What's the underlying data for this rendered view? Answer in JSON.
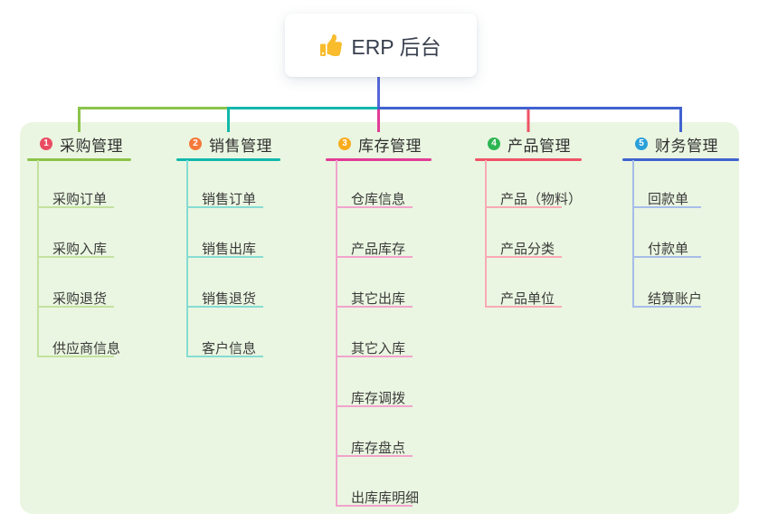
{
  "root": {
    "title": "ERP 后台",
    "icon": "thumbs-up"
  },
  "branches": [
    {
      "number": "1",
      "label": "采购管理",
      "badge_color": "#ea4c62",
      "line_color": "#8bc34a",
      "light_color": "#c3e29e",
      "children": [
        "采购订单",
        "采购入库",
        "采购退货",
        "供应商信息"
      ]
    },
    {
      "number": "2",
      "label": "销售管理",
      "badge_color": "#f5793b",
      "line_color": "#12b8ab",
      "light_color": "#86dcd3",
      "children": [
        "销售订单",
        "销售出库",
        "销售退货",
        "客户信息"
      ]
    },
    {
      "number": "3",
      "label": "库存管理",
      "badge_color": "#f9ac1d",
      "line_color": "#e23c96",
      "light_color": "#f2a3cd",
      "children": [
        "仓库信息",
        "产品库存",
        "其它出库",
        "其它入库",
        "库存调拨",
        "库存盘点",
        "出库库明细"
      ]
    },
    {
      "number": "4",
      "label": "产品管理",
      "badge_color": "#2eb553",
      "line_color": "#ef5366",
      "light_color": "#f9aab4",
      "children": [
        "产品（物料）",
        "产品分类",
        "产品单位"
      ]
    },
    {
      "number": "5",
      "label": "财务管理",
      "badge_color": "#2ba0da",
      "line_color": "#4063d0",
      "light_color": "#a7bce9",
      "children": [
        "回款单",
        "付款单",
        "结算账户"
      ]
    }
  ],
  "colors": {
    "stem": "#5567d8",
    "panel_bg": "#eaf6e1",
    "thumb": "#f8bc2c",
    "header_text": "#2f2f2f",
    "child_text": "#3b3b3b"
  }
}
